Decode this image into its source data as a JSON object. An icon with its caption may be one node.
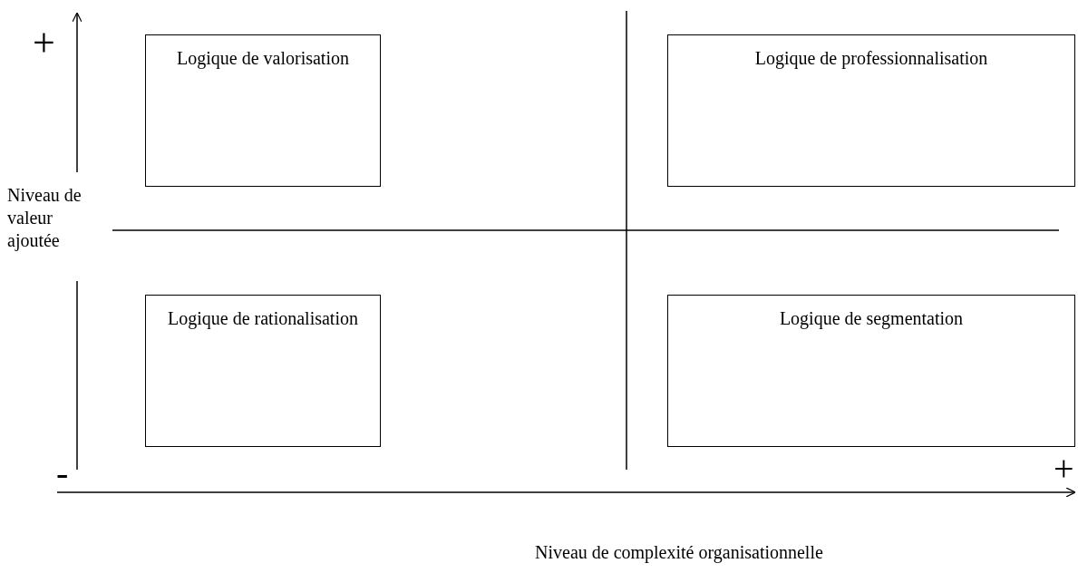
{
  "diagram": {
    "nodes": [
      {
        "text": [
          "Logique de valorisation"
        ]
      },
      {
        "text": [
          "Logique de professionnalisation"
        ]
      },
      {
        "text": [
          "Logique de rationalisation"
        ]
      },
      {
        "text": [
          "Logique de segmentation"
        ]
      }
    ],
    "labels": [
      "+",
      "Niveau de valeur ajoutée",
      "-",
      "+",
      "Niveau de complexité organisationnelle"
    ]
  }
}
